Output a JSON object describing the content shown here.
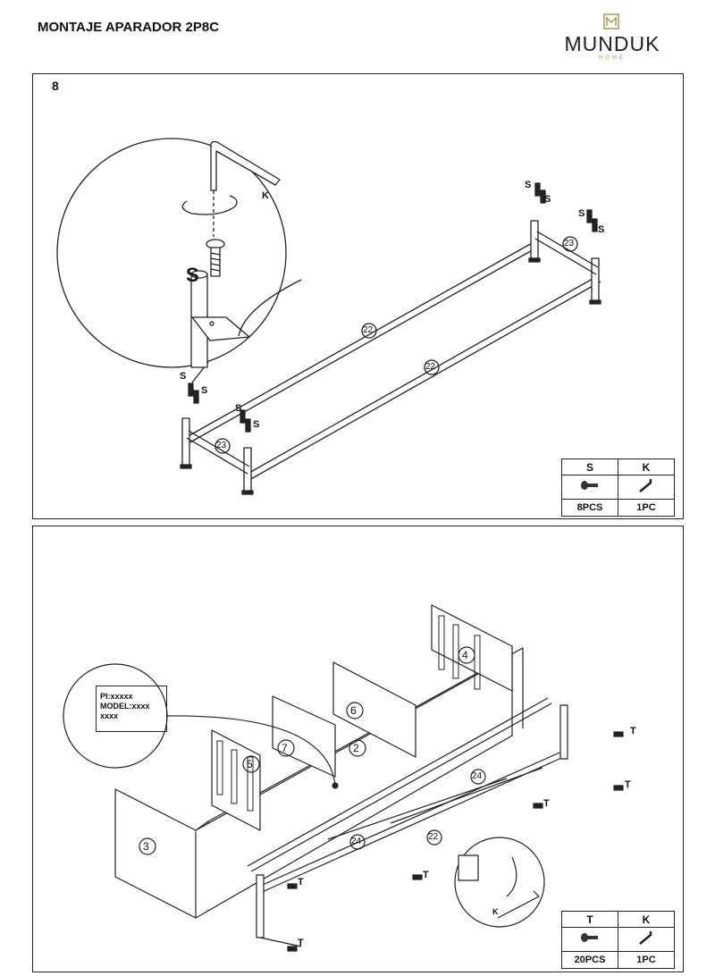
{
  "document": {
    "title": "MONTAJE APARADOR 2P8C"
  },
  "logo": {
    "word": "MUNDUK",
    "sub": "HOME",
    "accent": "#b5964a"
  },
  "step1": {
    "number": "8",
    "labels": {
      "screw": "S",
      "key": "K"
    },
    "parts": {
      "long_rail": "22",
      "short_rail": "23"
    },
    "table": {
      "headers": [
        "S",
        "K"
      ],
      "icons": [
        "screw-icon",
        "allen-key-icon"
      ],
      "quantities": [
        "8PCS",
        "1PC"
      ]
    }
  },
  "step2": {
    "labels": {
      "screw": "T",
      "key": "K"
    },
    "parts": {
      "side_panel": "3",
      "back_panel": "2",
      "door_left": "5",
      "divider_a": "7",
      "divider_b": "6",
      "door_right": "4",
      "rail_long": "22",
      "rail_short": "24"
    },
    "label_box": {
      "line1": "PI:xxxxx",
      "line2": "MODEL:xxxx",
      "line3": "xxxx"
    },
    "table": {
      "headers": [
        "T",
        "K"
      ],
      "icons": [
        "screw-icon",
        "allen-key-icon"
      ],
      "quantities": [
        "20PCS",
        "1PC"
      ]
    }
  }
}
